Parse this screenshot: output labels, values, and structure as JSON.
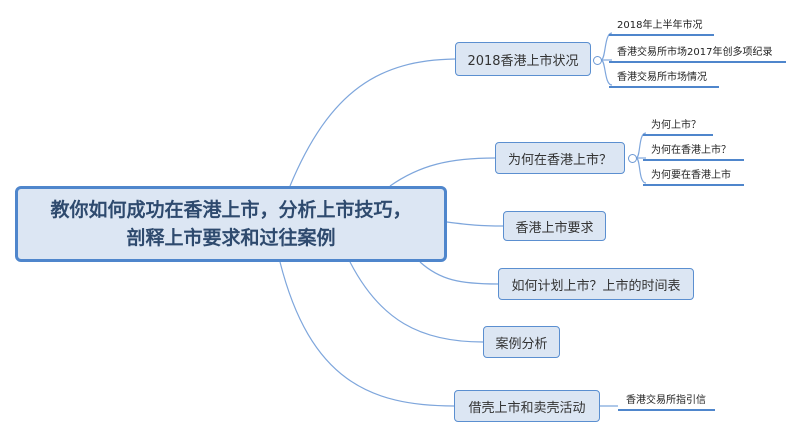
{
  "root": {
    "title": "教你如何成功在香港上市，分析上市技巧， 剖释上市要求和过往案例"
  },
  "topics": [
    {
      "label": "2018香港上市状况",
      "children": [
        "2018年上半年市况",
        "香港交易所市场2017年创多项纪录",
        "香港交易所市场情况"
      ]
    },
    {
      "label": "为何在香港上市？",
      "children": [
        "为何上市？",
        "为何在香港上市？",
        "为何要在香港上市"
      ]
    },
    {
      "label": "香港上市要求"
    },
    {
      "label": "如何计划上市？上市的时间表"
    },
    {
      "label": "案例分析"
    },
    {
      "label": "借壳上市和卖壳活动",
      "children": [
        "香港交易所指引信"
      ]
    }
  ],
  "colors": {
    "line": "#6b98d4",
    "box": "#dce6f3",
    "border": "#4f86cc"
  }
}
